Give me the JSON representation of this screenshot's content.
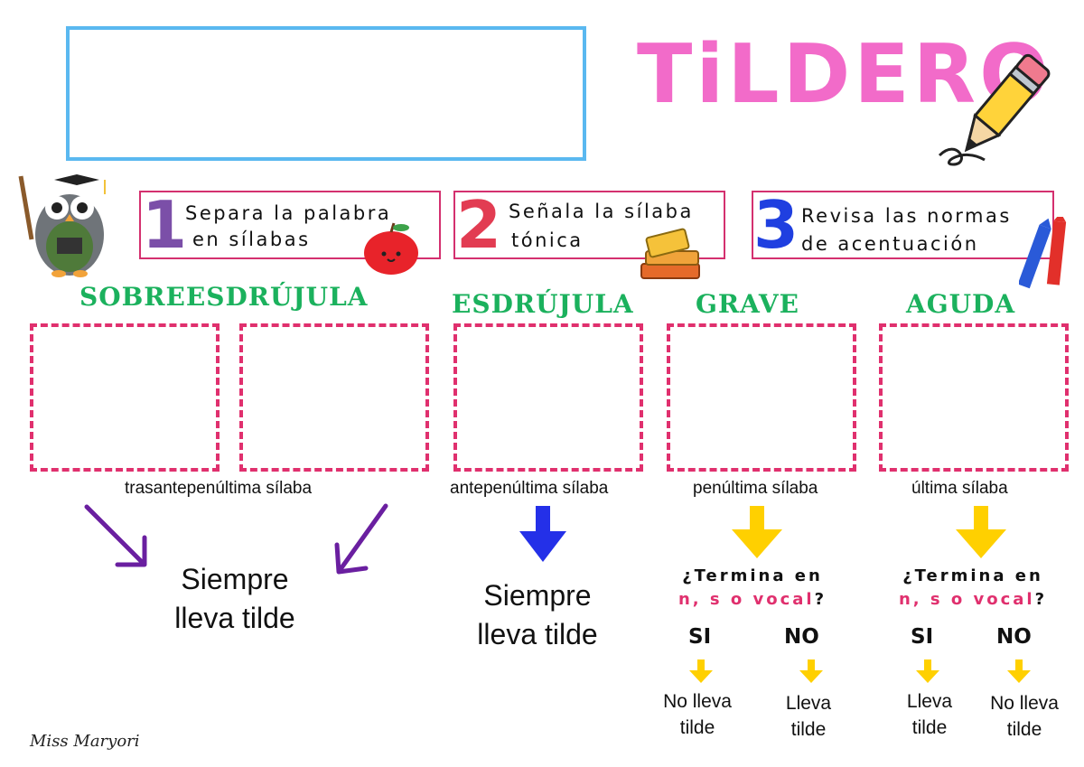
{
  "title": "TiLDERO",
  "steps": [
    {
      "number": "1",
      "line1": "Separa la palabra",
      "line2": "en sílabas",
      "color": "#7b4fa8"
    },
    {
      "number": "2",
      "line1": "Señala la sílaba",
      "line2": "tónica",
      "color": "#e23c52"
    },
    {
      "number": "3",
      "line1": "Revisa las normas",
      "line2": "de acentuación",
      "color": "#1f3fe0"
    }
  ],
  "categories": [
    {
      "name": "SOBREESDRÚJULA",
      "syllable": "trasantepenúltima sílaba",
      "rule_line1": "Siempre",
      "rule_line2": "lleva tilde"
    },
    {
      "name": "ESDRÚJULA",
      "syllable": "antepenúltima sílaba",
      "rule_line1": "Siempre",
      "rule_line2": "lleva tilde"
    },
    {
      "name": "GRAVE",
      "syllable": "penúltima sílaba"
    },
    {
      "name": "AGUDA",
      "syllable": "última sílaba"
    }
  ],
  "question": {
    "line1": "¿Termina en",
    "line2_highlight": "n, s o vocal",
    "line2_end": "?"
  },
  "grave": {
    "si": "SI",
    "no": "NO",
    "si_result_l1": "No lleva",
    "si_result_l2": "tilde",
    "no_result_l1": "Lleva",
    "no_result_l2": "tilde"
  },
  "aguda": {
    "si": "SI",
    "no": "NO",
    "si_result_l1": "Lleva",
    "si_result_l2": "tilde",
    "no_result_l1": "No lleva",
    "no_result_l2": "tilde"
  },
  "signature": "Miss Maryori",
  "colors": {
    "title": "#f26bc9",
    "heading": "#1bb15d",
    "dashed": "#e0306e",
    "name_box": "#5ab8f0",
    "purple_arrow": "#6a1fa0",
    "blue_arrow": "#2430e8",
    "yellow_arrow": "#ffd000"
  },
  "icons": [
    "pencil-icon",
    "owl-teacher-icon",
    "apple-icon",
    "books-icon",
    "crayons-icon"
  ]
}
